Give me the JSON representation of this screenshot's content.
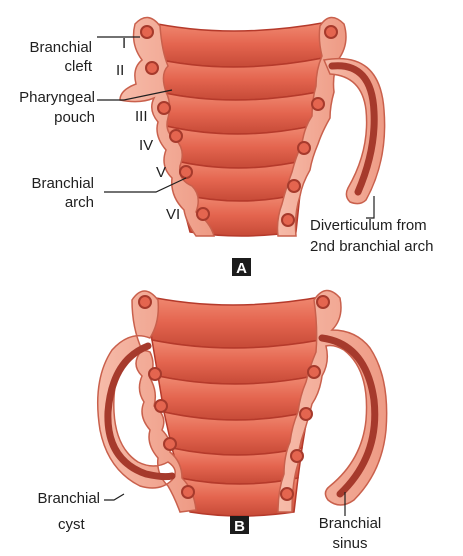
{
  "panel_a": {
    "marker": "A",
    "labels": {
      "cleft_line1": "Branchial",
      "cleft_line2": "cleft",
      "pouch_line1": "Pharyngeal",
      "pouch_line2": "pouch",
      "arch_line1": "Branchial",
      "arch_line2": "arch",
      "divert_line1": "Diverticulum from",
      "divert_line2": "2nd branchial arch"
    },
    "numerals": [
      "I",
      "II",
      "III",
      "IV",
      "V",
      "VI"
    ]
  },
  "panel_b": {
    "marker": "B",
    "labels": {
      "cyst_line1": "Branchial",
      "cyst_line2": "cyst",
      "sinus_line1": "Branchial",
      "sinus_line2": "sinus"
    }
  },
  "colors": {
    "arch_fill": "#e4654f",
    "arch_stroke": "#b53a2b",
    "tissue": "#f2a793",
    "tissue_stroke": "#c9604c",
    "dot_fill": "#e4654f",
    "lumen": "#a63a2c",
    "marker_bg": "#1c1c1c",
    "marker_text": "#ffffff",
    "label": "#1f1f1f"
  }
}
